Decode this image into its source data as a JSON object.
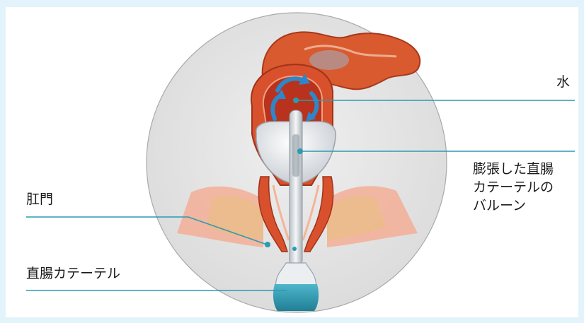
{
  "labels": {
    "water": "水",
    "balloon": [
      "膨張した直腸",
      "カテーテルの",
      "バルーン"
    ],
    "anus": "肛門",
    "catheter": "直腸カテーテル"
  },
  "colors": {
    "background": "#e3f3fb",
    "circle": "#e6e6e6",
    "leader_line": "#2a9bb0",
    "tissue": "#d9542e",
    "tissue_light": "#f2a98b",
    "balloon": "#f4f6f8",
    "catheter_tip": "#2e9cb3",
    "arrow": "#2f86c9"
  }
}
